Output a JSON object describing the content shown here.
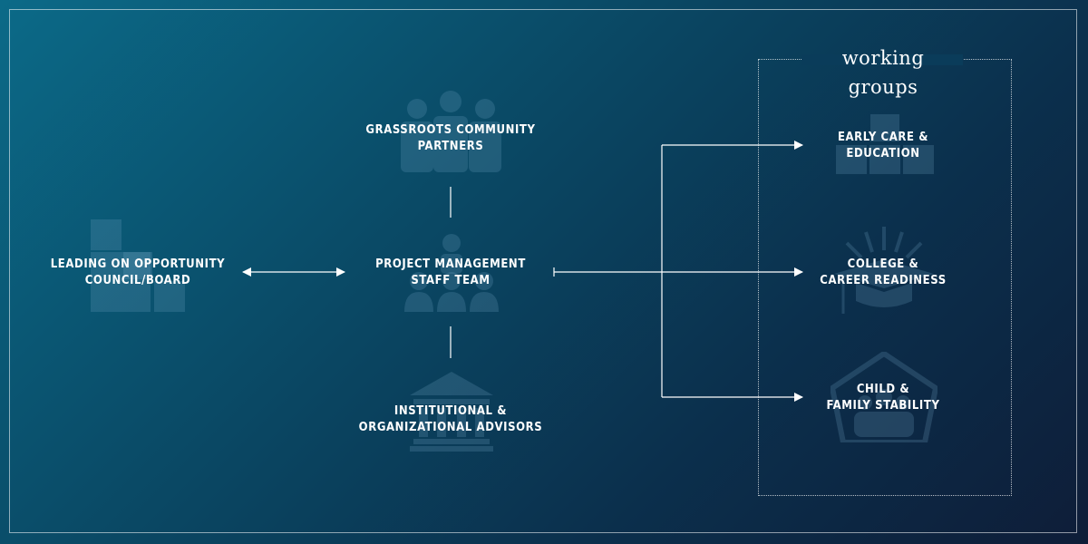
{
  "working_groups": {
    "title": "working groups",
    "groups": [
      {
        "line1": "EARLY CARE &",
        "line2": "EDUCATION"
      },
      {
        "line1": "COLLEGE &",
        "line2": "CAREER READINESS"
      },
      {
        "line1": "CHILD &",
        "line2": "FAMILY STABILITY"
      }
    ]
  },
  "nodes": {
    "council": {
      "line1": "LEADING ON OPPORTUNITY",
      "line2": "COUNCIL/BOARD"
    },
    "grassroots": {
      "line1": "GRASSROOTS COMMUNITY",
      "line2": "PARTNERS"
    },
    "pm": {
      "line1": "PROJECT MANAGEMENT",
      "line2": "STAFF TEAM"
    },
    "advisors": {
      "line1": "INSTITUTIONAL &",
      "line2": "ORGANIZATIONAL ADVISORS"
    }
  },
  "icons": {
    "council": "building-blocks-icon",
    "grassroots": "community-people-icon",
    "pm": "team-people-icon",
    "advisors": "institution-building-icon",
    "early_care": "alphabet-blocks-icon",
    "college": "graduation-cap-icon",
    "family": "house-family-icon"
  },
  "colors": {
    "background_start": "#0b6a88",
    "background_end": "#0e1d38",
    "line": "#ffffff"
  }
}
